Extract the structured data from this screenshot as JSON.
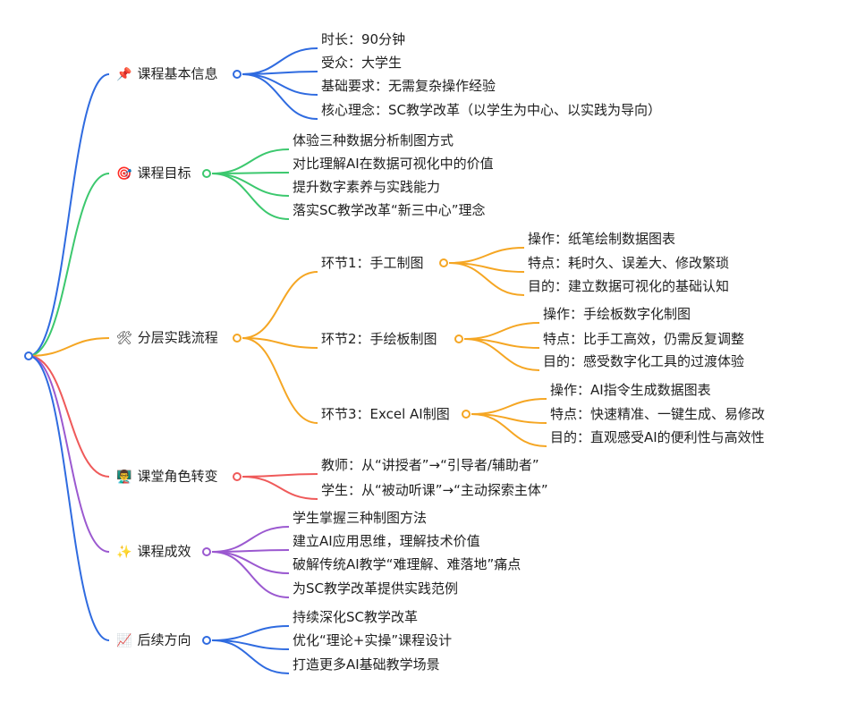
{
  "root": {
    "color": "#2f6be0"
  },
  "branches": [
    {
      "id": "info",
      "label": "课程基本信息",
      "icon": "📌",
      "icon_name": "pushpin-icon",
      "color": "#2f6be0",
      "children": [
        {
          "label": "时长：90分钟"
        },
        {
          "label": "受众：大学生"
        },
        {
          "label": "基础要求：无需复杂操作经验"
        },
        {
          "label": "核心理念：SC教学改革（以学生为中心、以实践为导向）"
        }
      ]
    },
    {
      "id": "goals",
      "label": "课程目标",
      "icon": "🎯",
      "icon_name": "target-icon",
      "color": "#3cc86e",
      "children": [
        {
          "label": "体验三种数据分析制图方式"
        },
        {
          "label": "对比理解AI在数据可视化中的价值"
        },
        {
          "label": "提升数字素养与实践能力"
        },
        {
          "label": "落实SC教学改革“新三中心”理念"
        }
      ]
    },
    {
      "id": "process",
      "label": "分层实践流程",
      "icon": "🛠",
      "icon_name": "tools-icon",
      "color": "#f5a623",
      "children": [
        {
          "label": "环节1：手工制图",
          "children": [
            {
              "label": "操作：纸笔绘制数据图表"
            },
            {
              "label": "特点：耗时久、误差大、修改繁琐"
            },
            {
              "label": "目的：建立数据可视化的基础认知"
            }
          ]
        },
        {
          "label": "环节2：手绘板制图",
          "children": [
            {
              "label": "操作：手绘板数字化制图"
            },
            {
              "label": "特点：比手工高效，仍需反复调整"
            },
            {
              "label": "目的：感受数字化工具的过渡体验"
            }
          ]
        },
        {
          "label": "环节3：Excel AI制图",
          "children": [
            {
              "label": "操作：AI指令生成数据图表"
            },
            {
              "label": "特点：快速精准、一键生成、易修改"
            },
            {
              "label": "目的：直观感受AI的便利性与高效性"
            }
          ]
        }
      ]
    },
    {
      "id": "roles",
      "label": "课堂角色转变",
      "icon": "👨‍🏫",
      "icon_name": "teacher-icon",
      "color": "#ef5a5a",
      "children": [
        {
          "label": "教师：从“讲授者”→“引导者/辅助者”"
        },
        {
          "label": "学生：从“被动听课”→“主动探索主体”"
        }
      ]
    },
    {
      "id": "results",
      "label": "课程成效",
      "icon": "✨",
      "icon_name": "sparkles-icon",
      "color": "#9b59d0",
      "children": [
        {
          "label": "学生掌握三种制图方法"
        },
        {
          "label": "建立AI应用思维，理解技术价值"
        },
        {
          "label": "破解传统AI教学“难理解、难落地”痛点"
        },
        {
          "label": "为SC教学改革提供实践范例"
        }
      ]
    },
    {
      "id": "next",
      "label": "后续方向",
      "icon": "📈",
      "icon_name": "chart-up-icon",
      "color": "#2f6be0",
      "children": [
        {
          "label": "持续深化SC教学改革"
        },
        {
          "label": "优化“理论+实操”课程设计"
        },
        {
          "label": "打造更多AI基础教学场景"
        }
      ]
    }
  ]
}
